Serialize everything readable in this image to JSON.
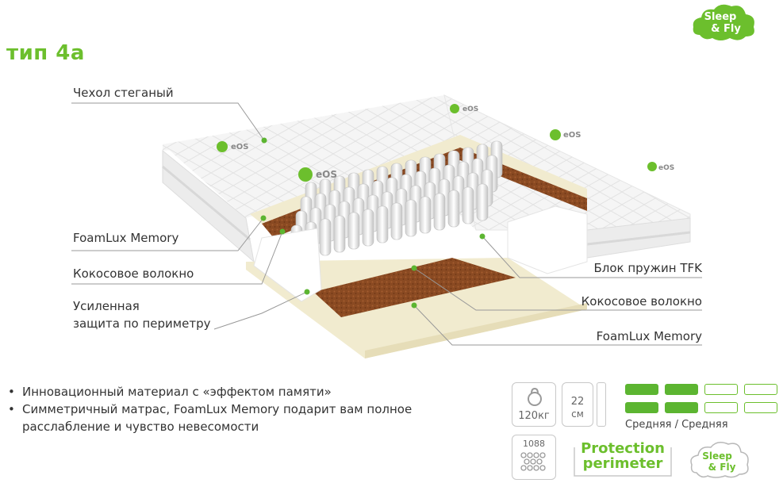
{
  "title": "тип 4а",
  "brand": {
    "logo_text": "Sleep\n& Fly",
    "accent_color": "#6cbf2d"
  },
  "labels": {
    "cover": "Чехол стеганый",
    "foam_top": "FoamLux Memory",
    "coconut_left": "Кокосовое волокно",
    "perimeter_line1": "Усиленная",
    "perimeter_line2": "защита по периметру",
    "springs": "Блок пружин TFK",
    "coconut_right": "Кокосовое волокно",
    "foam_right": "FoamLux Memory"
  },
  "mattress_brand": "eOS",
  "bullets": [
    "Инновационный материал с «эффектом памяти»",
    "Симметричный матрас, FoamLux Memory подарит вам полное",
    "расслабление и чувство невесомости"
  ],
  "specs": {
    "weight": "120кг",
    "height_value": "22",
    "height_unit": "см",
    "springs_count": "1088",
    "firmness_label": "Средняя / Средняя",
    "firmness_top_level": 2,
    "firmness_bottom_level": 2,
    "firmness_max": 4,
    "protection_line1": "Protection",
    "protection_line2": "perimeter",
    "logo_small": "Sleep\n& Fly"
  }
}
